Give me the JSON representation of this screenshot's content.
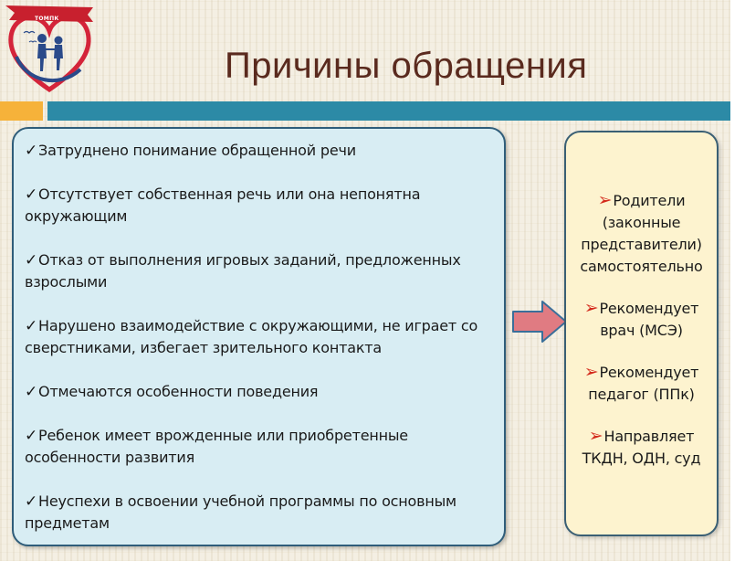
{
  "header": {
    "title": "Причины обращения",
    "logo": {
      "icon": "heart-logo-with-children",
      "ribbon_text": "ТОМПК",
      "colors": {
        "heart": "#d4243a",
        "figures": "#2a4a8a",
        "ribbon": "#c8202e"
      }
    }
  },
  "colors": {
    "title": "#5a2a1e",
    "divider_left": "#f6b23a",
    "divider_right": "#2c8aa6",
    "reasons_panel_fill": "#d8edf3",
    "sources_panel_fill": "#fdf3cf",
    "arrow_fill": "#e07b82",
    "pointer": "#d42a1c"
  },
  "reasons": {
    "marker_icon": "checkmark-icon",
    "marker": "✓",
    "items": [
      "Затруднено понимание обращенной речи",
      "Отсутствует собственная речь или она непонятна окружающим",
      "Отказ от выполнения игровых заданий, предложенных взрослыми",
      "Нарушено взаимодействие с окружающими, не играет со сверстниками, избегает зрительного контакта",
      "Отмечаются особенности поведения",
      "Ребенок имеет врожденные или приобретенные особенности развития",
      "Неуспехи в освоении учебной программы по основным предметам"
    ]
  },
  "arrow": {
    "icon": "right-arrow-icon"
  },
  "sources": {
    "marker_icon": "arrow-pointer-icon",
    "marker": "➢",
    "items": [
      "Родители\n(законные представители)\nсамостоятельно",
      "Рекомендует\nврач (МСЭ)",
      "Рекомендует\nпедагог (ППк)",
      "Направляет\nТКДН, ОДН, суд"
    ]
  }
}
